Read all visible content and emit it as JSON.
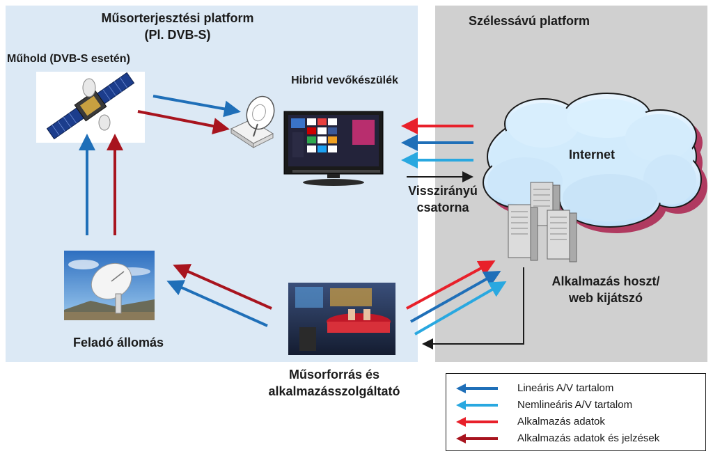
{
  "regions": {
    "broadcast": {
      "title_line1": "Műsorterjesztési platform",
      "title_line2": "(Pl. DVB-S)",
      "color": "#dce9f5"
    },
    "broadband": {
      "title": "Szélessávú platform",
      "color": "#d0d0d0"
    }
  },
  "nodes": {
    "satellite": {
      "label": "Műhold (DVB-S esetén)"
    },
    "receiver": {
      "label": "Hibrid vevőkészülék"
    },
    "return_channel": {
      "label_line1": "Visszirányú",
      "label_line2": "csatorna"
    },
    "internet": {
      "label": "Internet"
    },
    "app_host": {
      "label_line1": "Alkalmazás hoszt/",
      "label_line2": "web kijátszó"
    },
    "uplink": {
      "label": "Feladó állomás"
    },
    "source": {
      "label_line1": "Műsorforrás és",
      "label_line2": "alkalmazásszolgáltató"
    }
  },
  "legend": {
    "items": [
      {
        "label": "Lineáris A/V tartalom",
        "color": "#1f6fb8"
      },
      {
        "label": "Nemlineáris A/V tartalom",
        "color": "#29a8e0"
      },
      {
        "label": "Alkalmazás adatok",
        "color": "#e8202a"
      },
      {
        "label": "Alkalmazás adatok és jelzések",
        "color": "#a8141e"
      }
    ]
  }
}
